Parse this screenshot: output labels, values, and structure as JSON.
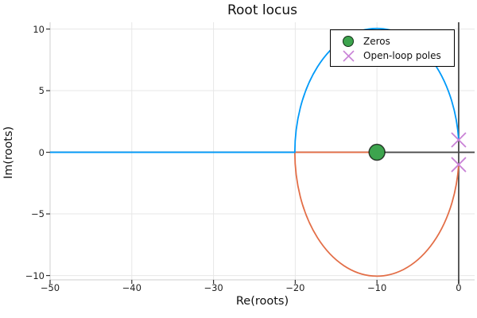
{
  "title": "Root locus",
  "axes": {
    "xlabel": "Re(roots)",
    "ylabel": "Im(roots)",
    "x_tick_labels": [
      "−50",
      "−40",
      "−30",
      "−20",
      "−10",
      "0"
    ],
    "y_tick_labels": [
      "10",
      "5",
      "0",
      "−5",
      "−10"
    ]
  },
  "legend": {
    "items": [
      {
        "label": "Zeros",
        "marker": "circle-icon",
        "color": "#3da44e"
      },
      {
        "label": "Open-loop poles",
        "marker": "x-icon",
        "color": "#c982d6"
      }
    ]
  },
  "chart_data": {
    "type": "line",
    "title": "Root locus",
    "xlabel": "Re(roots)",
    "ylabel": "Im(roots)",
    "xlim": [
      -50,
      1.95
    ],
    "ylim": [
      -10.35,
      10.55
    ],
    "x_ticks": [
      -50,
      -40,
      -30,
      -20,
      -10,
      0
    ],
    "y_ticks": [
      10,
      5,
      0,
      -5,
      -10
    ],
    "grid": true,
    "legend_position": "top-right",
    "zeros": [
      {
        "re": -10,
        "im": 0
      }
    ],
    "poles": [
      {
        "re": 0,
        "im": 1
      },
      {
        "re": 0,
        "im": -1
      }
    ],
    "breakin_point": -20.05,
    "locus_circle": {
      "center_re": -10,
      "center_im": 0,
      "radius": 10.05
    },
    "branches": [
      {
        "name": "branch-upper",
        "color_key": "branch1",
        "description": "from pole 0+1i along upper circle to break-in ≈ −20.05, then along real axis to −∞ (clipped at −50)",
        "points_re_im": [
          [
            0,
            1
          ],
          [
            -1.3,
            5.02
          ],
          [
            -4.97,
            8.7
          ],
          [
            -10,
            10.05
          ],
          [
            -15.02,
            8.7
          ],
          [
            -18.7,
            5.02
          ],
          [
            -20.05,
            0
          ],
          [
            -50,
            0
          ]
        ]
      },
      {
        "name": "branch-lower",
        "color_key": "branch2",
        "description": "from pole 0−1i along lower circle to break-in ≈ −20.05, then along real axis to zero at −10",
        "points_re_im": [
          [
            0,
            -1
          ],
          [
            -1.3,
            -5.02
          ],
          [
            -4.97,
            -8.7
          ],
          [
            -10,
            -10.05
          ],
          [
            -15.02,
            -8.7
          ],
          [
            -18.7,
            -5.02
          ],
          [
            -20.05,
            0
          ],
          [
            -10,
            0
          ]
        ]
      }
    ],
    "colors": {
      "branch1": "#009af9",
      "branch2": "#e36e47",
      "zeros": "#3da44e",
      "poles": "#c982d6",
      "grid": "#e7e7e7",
      "spine": "#cfcfcf",
      "zeroline": "#4a4a4a",
      "tick": "#333333"
    }
  }
}
